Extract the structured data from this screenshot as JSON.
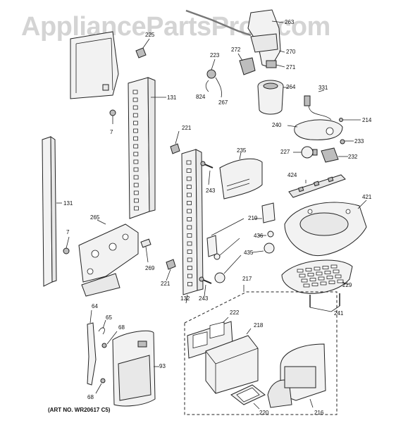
{
  "watermark": "AppliancePartsPros.com",
  "art_number": "(ART NO. WR20617 C5)",
  "callouts": [
    "263",
    "225",
    "272",
    "270",
    "223",
    "271",
    "131",
    "824",
    "267",
    "264",
    "331",
    "214",
    "7",
    "221",
    "240",
    "233",
    "235",
    "227",
    "232",
    "424",
    "243",
    "131",
    "421",
    "265",
    "219",
    "7",
    "436",
    "435",
    "269",
    "221",
    "132",
    "243",
    "217",
    "229",
    "241",
    "64",
    "65",
    "222",
    "218",
    "68",
    "93",
    "68",
    "220",
    "216"
  ]
}
